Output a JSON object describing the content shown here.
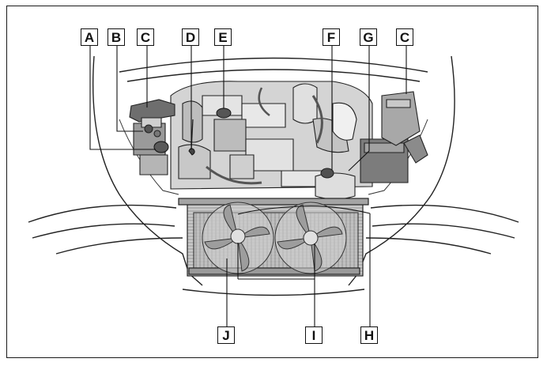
{
  "diagram": {
    "labels": {
      "a": "A",
      "b": "B",
      "c_left": "C",
      "d": "D",
      "e": "E",
      "f": "F",
      "g": "G",
      "c_right": "C",
      "j": "J",
      "i": "I",
      "h": "H"
    },
    "colors": {
      "ink": "#111111",
      "engine_fill": "#d2d2d2",
      "engine_dark": "#8e8e8e",
      "radiator_fill": "#bdbdbd"
    }
  }
}
